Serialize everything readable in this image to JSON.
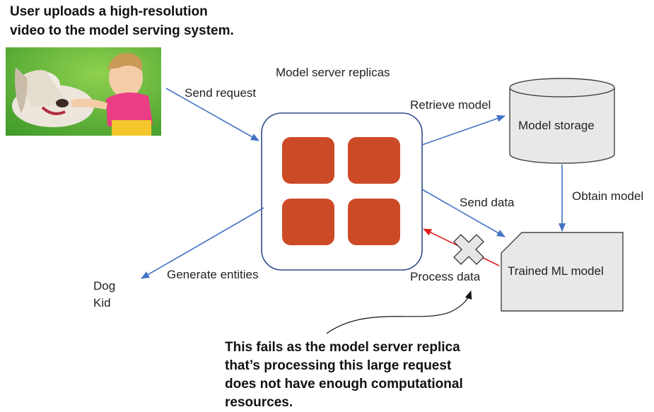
{
  "header": {
    "lines": [
      "User uploads a high-resolution",
      "video to the model serving system."
    ]
  },
  "labels": {
    "replicas": "Model server replicas",
    "send_request": "Send request",
    "retrieve_model": "Retrieve model",
    "model_storage": "Model storage",
    "obtain_model": "Obtain model",
    "send_data": "Send data",
    "trained_model": "Trained ML model",
    "process_data": "Process data",
    "generate_entities": "Generate entities"
  },
  "entities": [
    "Dog",
    "Kid"
  ],
  "note": {
    "lines": [
      "This fails as the model server replica",
      "that’s processing this large request",
      "does not have enough computational",
      "resources."
    ]
  },
  "colors": {
    "arrow": "#4472c4",
    "fail_arrow": "#e02020",
    "replica": "#cc4a26",
    "server_border": "#2e4a8a",
    "box_fill": "#e8e8e8"
  },
  "icons": {
    "photo": "dog-and-child-photo",
    "failure": "x-cross-icon"
  }
}
